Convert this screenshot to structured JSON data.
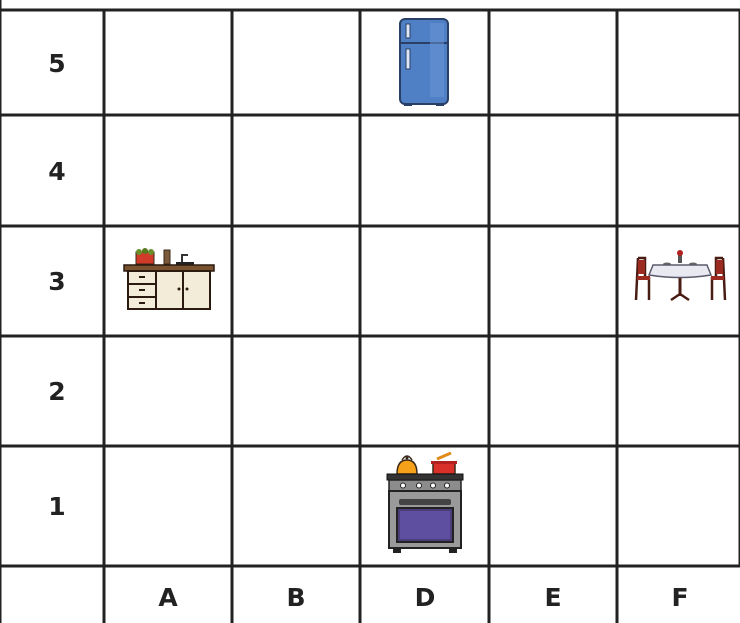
{
  "grid": {
    "row_labels": [
      "5",
      "4",
      "3",
      "2",
      "1"
    ],
    "column_labels": [
      "A",
      "B",
      "D",
      "E",
      "F"
    ],
    "line_color": "#222222"
  },
  "items": [
    {
      "name": "refrigerator",
      "icon": "refrigerator-icon",
      "cell": "D5"
    },
    {
      "name": "kitchen-counter",
      "icon": "kitchen-counter-icon",
      "cell": "A3"
    },
    {
      "name": "dining-table",
      "icon": "dining-table-icon",
      "cell": "F3"
    },
    {
      "name": "stove",
      "icon": "stove-icon",
      "cell": "D1"
    }
  ]
}
